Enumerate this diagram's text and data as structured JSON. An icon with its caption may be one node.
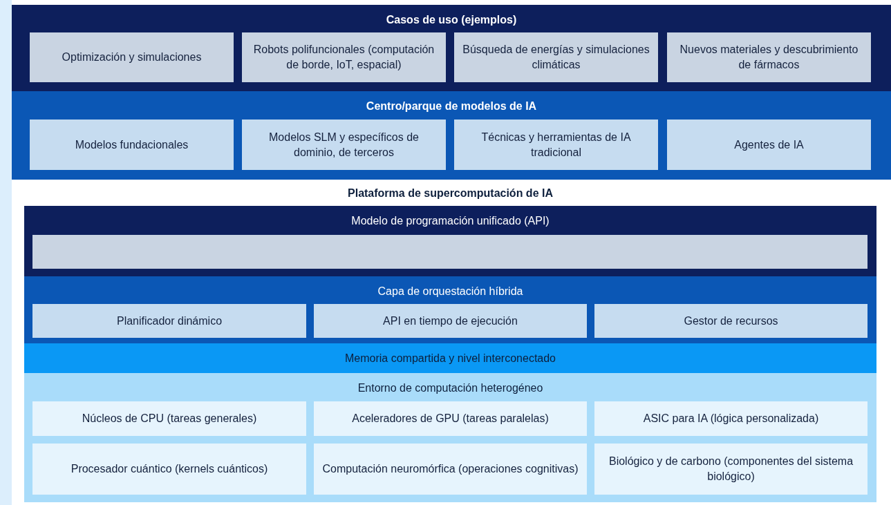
{
  "diagram": {
    "nodes": [
      {
        "text": [
          "Casos de uso (ejemplos)"
        ]
      },
      {
        "text": [
          "Optimización y simulaciones"
        ],
        "in": 0
      },
      {
        "text": [
          "Robots polifuncionales (computación de borde, IoT, espacial)"
        ],
        "in": 0
      },
      {
        "text": [
          "Búsqueda de energías y simulaciones climáticas"
        ],
        "in": 0
      },
      {
        "text": [
          "Nuevos materiales y descubrimiento de fármacos"
        ],
        "in": 0
      },
      {
        "text": [
          "Centro/parque de modelos de IA"
        ]
      },
      {
        "text": [
          "Modelos fundacionales"
        ],
        "in": 5
      },
      {
        "text": [
          "Modelos SLM y específicos de dominio, de terceros"
        ],
        "in": 5
      },
      {
        "text": [
          "Técnicas y herramientas de IA tradicional"
        ],
        "in": 5
      },
      {
        "text": [
          "Agentes de IA"
        ],
        "in": 5
      },
      {
        "text": [
          "Plataforma de supercomputación de IA"
        ]
      },
      {
        "text": [
          "Modelo de programación unificado (API)"
        ],
        "in": 10
      },
      {
        "text": [],
        "shape": "box",
        "in": 11
      },
      {
        "text": [
          "Capa de orquestación híbrida"
        ],
        "in": 10
      },
      {
        "text": [
          "Planificador dinámico"
        ],
        "in": 13
      },
      {
        "text": [
          "API en tiempo de ejecución"
        ],
        "in": 13
      },
      {
        "text": [
          "Gestor de recursos"
        ],
        "in": 13
      },
      {
        "text": [
          "Memoria compartida y nivel interconectado"
        ],
        "in": 10
      },
      {
        "text": [
          "Entorno de computación heterogéneo"
        ],
        "in": 10
      },
      {
        "text": [
          "Núcleos de CPU (tareas generales)"
        ],
        "in": 18
      },
      {
        "text": [
          "Aceleradores de GPU (tareas paralelas)"
        ],
        "in": 18
      },
      {
        "text": [
          "ASIC para IA (lógica personalizada)"
        ],
        "in": 18
      },
      {
        "text": [
          "Procesador cuántico (kernels cuánticos)"
        ],
        "in": 18
      },
      {
        "text": [
          "Computación neuromórfica (operaciones cognitivas)"
        ],
        "in": 18
      },
      {
        "text": [
          "Biológico y de carbono (componentes del sistema biológico)"
        ],
        "in": 18
      }
    ]
  }
}
